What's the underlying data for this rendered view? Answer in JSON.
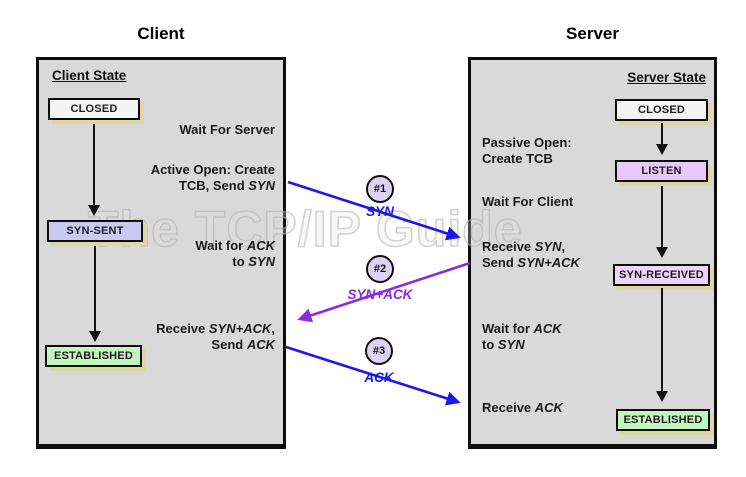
{
  "watermark": "The TCP/IP Guide",
  "colors": {
    "arrow_blue": "#1a1ae8",
    "arrow_violet": "#8a2be2",
    "panel_bg": "#d9d9d9",
    "box_shadow_khaki": "#dcd7a4",
    "state_closed_bg": "#f4f4f4",
    "state_syn_sent_bg": "#c9c9f3",
    "state_listen_bg": "#e6c9f6",
    "state_syn_received_bg": "#eed5f8",
    "state_established_bg": "#c3f6bf",
    "circle_bg": "#dcd3f2"
  },
  "client": {
    "title": "Client",
    "state_heading": "Client State",
    "states": {
      "closed": "CLOSED",
      "syn_sent": "SYN-SENT",
      "established": "ESTABLISHED"
    },
    "annotations": {
      "wait_server": "Wait For Server",
      "active_open": "Active Open: Create\nTCB, Send *SYN*",
      "wait_ack": "Wait for *ACK*\nto *SYN*",
      "receive_synack": "Receive *SYN+ACK*,\nSend *ACK*"
    }
  },
  "server": {
    "title": "Server",
    "state_heading": "Server State",
    "states": {
      "closed": "CLOSED",
      "listen": "LISTEN",
      "syn_received": "SYN-RECEIVED",
      "established": "ESTABLISHED"
    },
    "annotations": {
      "passive_open": "Passive Open:\nCreate TCB",
      "wait_client": "Wait For Client",
      "receive_syn": "Receive *SYN*,\nSend *SYN+ACK*",
      "wait_ack": "Wait for *ACK*\nto *SYN*",
      "receive_ack": "Receive *ACK*"
    }
  },
  "messages": [
    {
      "number": "#1",
      "label": "SYN"
    },
    {
      "number": "#2",
      "label": "SYN+ACK"
    },
    {
      "number": "#3",
      "label": "ACK"
    }
  ]
}
